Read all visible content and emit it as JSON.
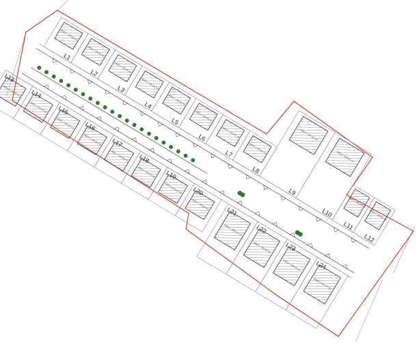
{
  "colors": {
    "boundary": "#c0392b",
    "tree": "#2f7d32",
    "hatch": "#555555"
  },
  "lots_upper": [
    {
      "label": "L1",
      "area": "AREA = 233,66 m2"
    },
    {
      "label": "L2",
      "area": "AREA = 245,00 m2"
    },
    {
      "label": "L3",
      "area": "AREA = 245,00 m2"
    },
    {
      "label": "L4",
      "area": "AREA = 245,00 m2"
    },
    {
      "label": "L5",
      "area": "AREA = 245,00 m2"
    },
    {
      "label": "L6",
      "area": "AREA = 245,00 m2"
    },
    {
      "label": "L7",
      "area": "AREA = 245,00 m2"
    },
    {
      "label": "L8",
      "area": "AREA = 245,00 m2"
    },
    {
      "label": "L9",
      "area": "AREA = 597,35 m2"
    },
    {
      "label": "L10",
      "area": "AREA = 606,81 m2"
    },
    {
      "label": "L11",
      "area": "AREA = 250,00 m2"
    },
    {
      "label": "L12",
      "area": "AREA = 250,00 m2"
    }
  ],
  "lots_lower": [
    {
      "label": "L13",
      "area": "AREA = 244,00 m2"
    },
    {
      "label": "L14",
      "area": "AREA = 244,00 m2"
    },
    {
      "label": "L15",
      "area": "AREA = 244,00 m2"
    },
    {
      "label": "L16",
      "area": "AREA = 244,00 m2"
    },
    {
      "label": "L17",
      "area": "AREA = 244,00 m2"
    },
    {
      "label": "L18",
      "area": "AREA = 244,00 m2"
    },
    {
      "label": "L19",
      "area": "AREA = 244,00 m2"
    },
    {
      "label": "L20",
      "area": "AREA = 244,00 m2"
    },
    {
      "label": "L21",
      "area": "AREA = 300,00 m2"
    },
    {
      "label": "L22",
      "area": "AREA = 300,00 m2"
    },
    {
      "label": "L23",
      "area": "AREA = 300,00 m2"
    },
    {
      "label": "L24",
      "area": "AREA = 300,00 m2"
    }
  ]
}
